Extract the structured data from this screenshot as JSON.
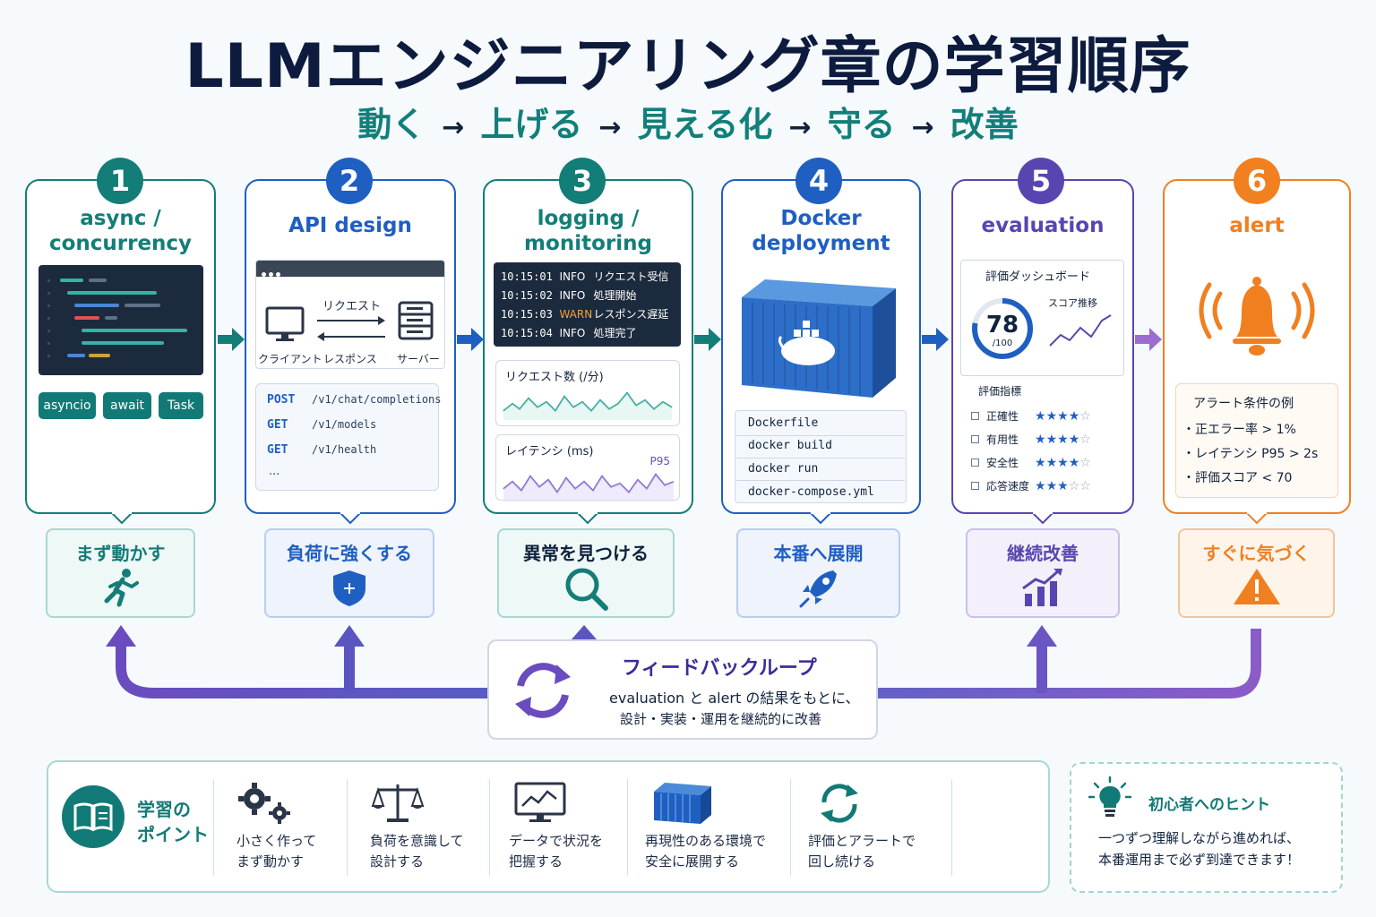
{
  "title": "LLMエンジニアリング章の学習順序",
  "subtitle": {
    "steps": [
      "動く",
      "上げる",
      "見える化",
      "守る",
      "改善"
    ],
    "arrow": "→"
  },
  "steps": [
    {
      "number": "1",
      "title_line1": "async /",
      "title_line2": "concurrency",
      "color": "#137d78",
      "tags": [
        "asyncio",
        "await",
        "Task"
      ],
      "caption": "まず動かす"
    },
    {
      "number": "2",
      "title_line1": "API design",
      "color": "#1f5fc2",
      "request_label": "リクエスト",
      "client_label": "クライアント",
      "response_label": "レスポンス",
      "server_label": "サーバー",
      "endpoints": [
        {
          "method": "POST",
          "path": "/v1/chat/completions"
        },
        {
          "method": "GET",
          "path": "/v1/models"
        },
        {
          "method": "GET",
          "path": "/v1/health"
        }
      ],
      "ellipsis": "...",
      "caption": "負荷に強くする"
    },
    {
      "number": "3",
      "title_line1": "logging /",
      "title_line2": "monitoring",
      "color": "#137d78",
      "logs": [
        {
          "time": "10:15:01",
          "level": "INFO",
          "msg": "リクエスト受信"
        },
        {
          "time": "10:15:02",
          "level": "INFO",
          "msg": "処理開始"
        },
        {
          "time": "10:15:03",
          "level": "WARN",
          "msg": "レスポンス遅延"
        },
        {
          "time": "10:15:04",
          "level": "INFO",
          "msg": "処理完了"
        }
      ],
      "chart1_label": "リクエスト数 (/分)",
      "chart2_label": "レイテンシ (ms)",
      "chart2_tag": "P95",
      "caption": "異常を見つける"
    },
    {
      "number": "4",
      "title_line1": "Docker",
      "title_line2": "deployment",
      "color": "#1f5fc2",
      "commands": [
        "Dockerfile",
        "docker build",
        "docker run",
        "docker-compose.yml"
      ],
      "caption": "本番へ展開"
    },
    {
      "number": "5",
      "title_line1": "evaluation",
      "color": "#5a45b0",
      "dashboard_label": "評価ダッシュボード",
      "score": "78",
      "score_max": "/100",
      "score_trend_label": "スコア推移",
      "metrics_label": "評価指標",
      "metrics": [
        {
          "name": "正確性",
          "stars": 4
        },
        {
          "name": "有用性",
          "stars": 4
        },
        {
          "name": "安全性",
          "stars": 4
        },
        {
          "name": "応答速度",
          "stars": 3
        }
      ],
      "caption": "継続改善"
    },
    {
      "number": "6",
      "title_line1": "alert",
      "color": "#f08020",
      "conditions_label": "アラート条件の例",
      "conditions": [
        "・正エラー率 > 1%",
        "・レイテンシ P95 > 2s",
        "・評価スコア < 70"
      ],
      "caption": "すぐに気づく"
    }
  ],
  "feedback": {
    "title": "フィードバックループ",
    "line1": "evaluation と alert の結果をもとに、",
    "line2": "設計・実装・運用を継続的に改善"
  },
  "points": {
    "heading_line1": "学習の",
    "heading_line2": "ポイント",
    "items": [
      {
        "icon": "gears-icon",
        "line1": "小さく作って",
        "line2": "まず動かす"
      },
      {
        "icon": "scale-icon",
        "line1": "負荷を意識して",
        "line2": "設計する"
      },
      {
        "icon": "monitor-chart-icon",
        "line1": "データで状況を",
        "line2": "把握する"
      },
      {
        "icon": "container-icon",
        "line1": "再現性のある環境で",
        "line2": "安全に展開する"
      },
      {
        "icon": "cycle-icon",
        "line1": "評価とアラートで",
        "line2": "回し続ける"
      }
    ]
  },
  "tip": {
    "title": "初心者へのヒント",
    "line1": "一つずつ理解しながら進めれば、",
    "line2": "本番運用まで必ず到達できます！"
  }
}
